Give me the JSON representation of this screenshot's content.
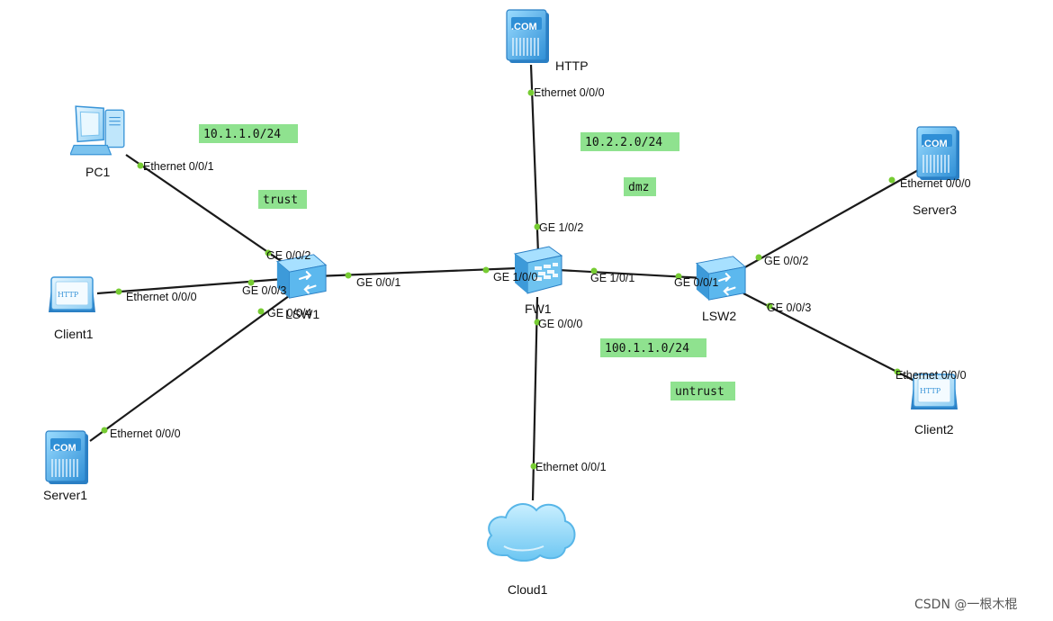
{
  "devices": {
    "http": {
      "label": "HTTP",
      "icon": "server-com-icon"
    },
    "pc1": {
      "label": "PC1",
      "icon": "pc-icon"
    },
    "client1": {
      "label": "Client1",
      "icon": "http-client-icon"
    },
    "server1": {
      "label": "Server1",
      "icon": "server-com-icon"
    },
    "lsw1": {
      "label": "LSW1",
      "icon": "switch-icon"
    },
    "fw1": {
      "label": "FW1",
      "icon": "firewall-icon"
    },
    "lsw2": {
      "label": "LSW2",
      "icon": "switch-icon"
    },
    "server3": {
      "label": "Server3",
      "icon": "server-com-icon"
    },
    "client2": {
      "label": "Client2",
      "icon": "http-client-icon"
    },
    "cloud1": {
      "label": "Cloud1",
      "icon": "cloud-icon"
    }
  },
  "server_icon_text": ".COM",
  "client_icon_text": "HTTP",
  "ports": {
    "http_eth": "Ethernet 0/0/0",
    "fw_ge102": "GE 1/0/2",
    "pc1_eth": "Ethernet 0/0/1",
    "lsw1_ge002": "GE 0/0/2",
    "client1_eth": "Ethernet 0/0/0",
    "lsw1_ge003": "GE 0/0/3",
    "lsw1_ge004": "GE 0/0/4",
    "server1_eth": "Ethernet 0/0/0",
    "lsw1_ge001": "GE 0/0/1",
    "fw_ge100": "GE 1/0/0",
    "fw_ge101": "GE 1/0/1",
    "lsw2_ge001": "GE 0/0/1",
    "fw_ge000": "GE 0/0/0",
    "lsw2_ge002": "GE 0/0/2",
    "server3_eth": "Ethernet 0/0/0",
    "lsw2_ge003": "GE 0/0/3",
    "client2_eth": "Ethernet 0/0/0",
    "cloud1_eth": "Ethernet 0/0/1"
  },
  "tags": {
    "net_trust": "10.1.1.0/24",
    "zone_trust": "trust",
    "net_dmz": "10.2.2.0/24",
    "zone_dmz": "dmz",
    "net_untrust": "100.1.1.0/24",
    "zone_untrust": "untrust"
  },
  "watermark": "CSDN @一根木棍",
  "colors": {
    "tag": "#8fe28f",
    "port_dot": "#77cc33",
    "link": "#1a1a1a",
    "icon_blue": "#4aa9e6"
  }
}
